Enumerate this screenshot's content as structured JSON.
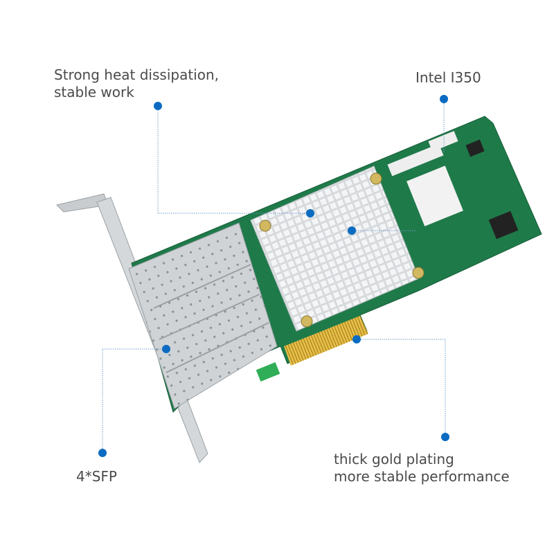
{
  "callouts": {
    "heat": {
      "line1": "Strong heat dissipation,",
      "line2": "stable work"
    },
    "chip": {
      "text": "Intel I350"
    },
    "sfp": {
      "text": "4*SFP"
    },
    "gold": {
      "line1": "thick gold plating",
      "line2": "more stable performance"
    }
  },
  "colors": {
    "dot": "#0b6bc2",
    "line": "#6d9cc9",
    "text": "#4a4a4a",
    "pcb": "#1f7a4a",
    "heatsink": "#e6e8ea",
    "gold": "#d9b13b"
  }
}
